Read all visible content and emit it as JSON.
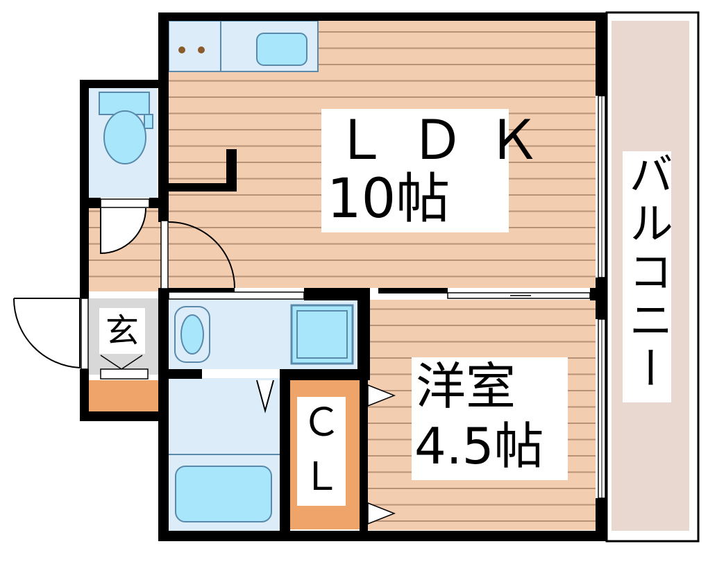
{
  "rooms": {
    "ldk_name": "ＬＤＫ",
    "ldk_size": "10帖",
    "western_name": "洋室",
    "western_size": "4.5帖",
    "closet_line1": "Ｃ",
    "closet_line2": "Ｌ",
    "entrance": "玄",
    "balcony": "バルコニー"
  },
  "colors": {
    "wall": "#000000",
    "floor_wood": "#f3cdb0",
    "floor_lines": "#b89277",
    "wet_area": "#dcedf9",
    "fixture": "#a8e6fb",
    "fixture_border": "#5a8aab",
    "closet": "#efa46a",
    "balcony": "#e8d8cf",
    "entrance_floor": "#d8d8d8"
  }
}
